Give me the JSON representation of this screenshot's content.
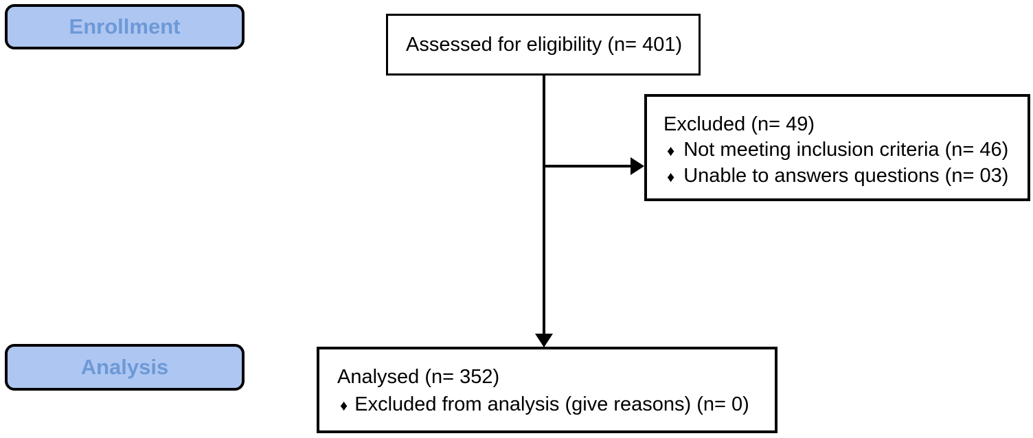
{
  "stages": [
    {
      "label": "Enrollment"
    },
    {
      "label": "Analysis"
    }
  ],
  "boxes": {
    "assessed": {
      "text": "Assessed for eligibility (n= 401)"
    },
    "excluded": {
      "title": "Excluded (n= 49)",
      "items": [
        "Not meeting inclusion criteria (n= 46)",
        "Unable to answers questions (n= 03)"
      ]
    },
    "analysed": {
      "title": "Analysed (n= 352)",
      "items": [
        "Excluded from analysis (give reasons) (n= 0)"
      ]
    }
  },
  "bullet_glyph": "♦",
  "colors": {
    "stage_fill": "#aec6f2",
    "stage_text": "#6d99d6",
    "box_border": "#000000",
    "background": "#ffffff"
  }
}
